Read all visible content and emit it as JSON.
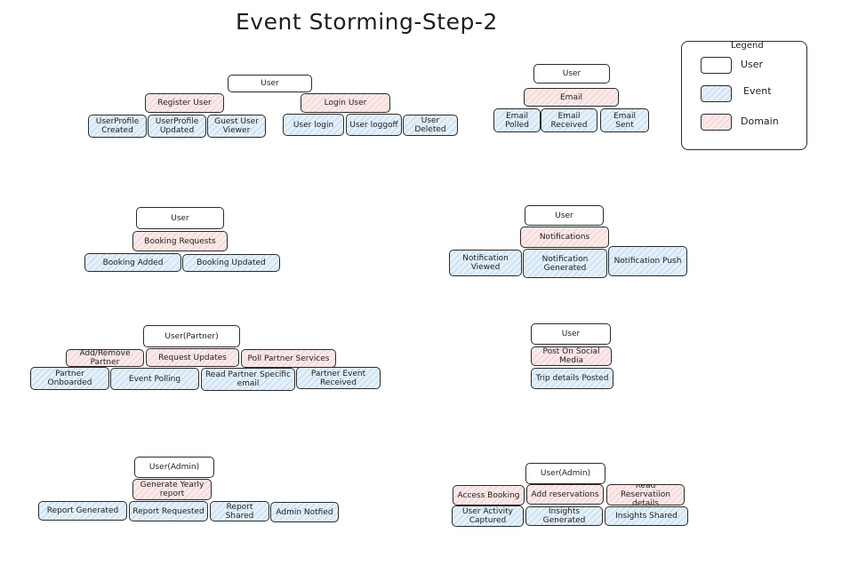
{
  "title": "Event Storming-Step-2",
  "legend": {
    "title": "Legend",
    "items": [
      {
        "label": "User",
        "kind": "white"
      },
      {
        "label": "Event",
        "kind": "event"
      },
      {
        "label": "Domain",
        "kind": "domain"
      }
    ]
  },
  "colors": {
    "user_fill": "#ffffff",
    "event_fill": "#e4f0fb",
    "domain_fill": "#fbe9e9",
    "stroke": "#2b2b2b"
  },
  "groups": {
    "user_account": {
      "user": "User",
      "domains": [
        "Register User",
        "Login User"
      ],
      "events": [
        "UserProfile Created",
        "UserProfile Updated",
        "Guest User Viewer",
        "User login",
        "User loggoff",
        "User Deleted"
      ]
    },
    "email": {
      "user": "User",
      "domain": "Email",
      "events": [
        "Email Polled",
        "Email Received",
        "Email Sent"
      ]
    },
    "booking": {
      "user": "User",
      "domain": "Booking Requests",
      "events": [
        "Booking Added",
        "Booking Updated"
      ]
    },
    "notifications": {
      "user": "User",
      "domain": "Notifications",
      "events": [
        "Notification Viewed",
        "Notification Generated",
        "Notification Push"
      ]
    },
    "partner": {
      "user": "User(Partner)",
      "domains": [
        "Add/Remove Partner",
        "Request Updates",
        "Poll Partner Services"
      ],
      "events": [
        "Partner Onboarded",
        "Event Polling",
        "Read Partner Specific email",
        "Partner Event Received"
      ]
    },
    "social": {
      "user": "User",
      "domain": "Post On Social Media",
      "events": [
        "Trip details Posted"
      ]
    },
    "admin_report": {
      "user": "User(Admin)",
      "domain": "Generate Yearly report",
      "events": [
        "Report Generated",
        "Report Requested",
        "Report Shared",
        "Admin Notfied"
      ]
    },
    "admin_insights": {
      "user": "User(Admin)",
      "domains": [
        "Access Booking",
        "Add reservations",
        "Read Reservatiion details"
      ],
      "events": [
        "User Activity Captured",
        "Insights Generated",
        "Insights Shared"
      ]
    }
  }
}
